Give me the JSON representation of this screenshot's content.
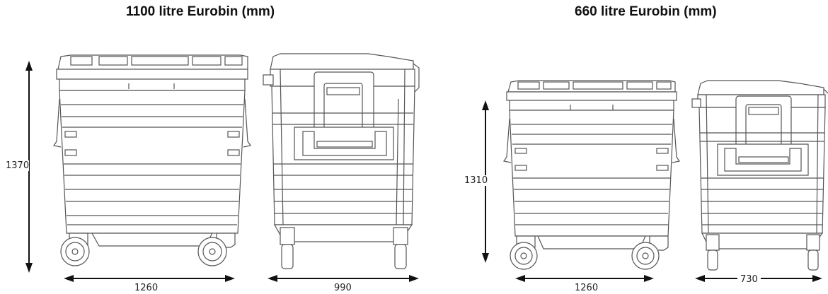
{
  "titles": {
    "left": "1100 litre Eurobin (mm)",
    "right": "660 litre Eurobin (mm)"
  },
  "dimensions": {
    "large_height": "1370",
    "large_width_front": "1260",
    "large_width_side": "990",
    "small_height": "1310",
    "small_width_front": "1260",
    "small_width_side": "730"
  }
}
